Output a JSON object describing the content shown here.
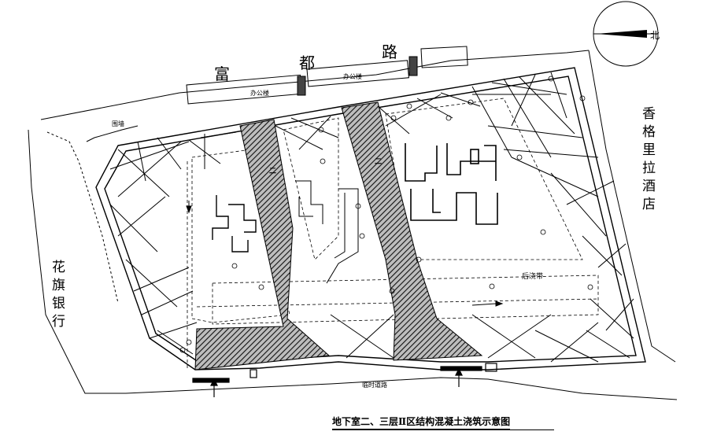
{
  "north": "北",
  "roads": {
    "north_chars": [
      "富",
      "都",
      "路"
    ],
    "east": "香格里拉酒店",
    "west": "花旗银行"
  },
  "small_labels": {
    "north_left": "办公楼",
    "north_right": "办公楼",
    "northwest": "围墙",
    "bottom": "临时道路",
    "post_pour_strip": "后浇带"
  },
  "area_marks": [
    "二",
    "二"
  ],
  "caption": "地下室二、三层Ⅱ区结构混凝土浇筑示意图"
}
